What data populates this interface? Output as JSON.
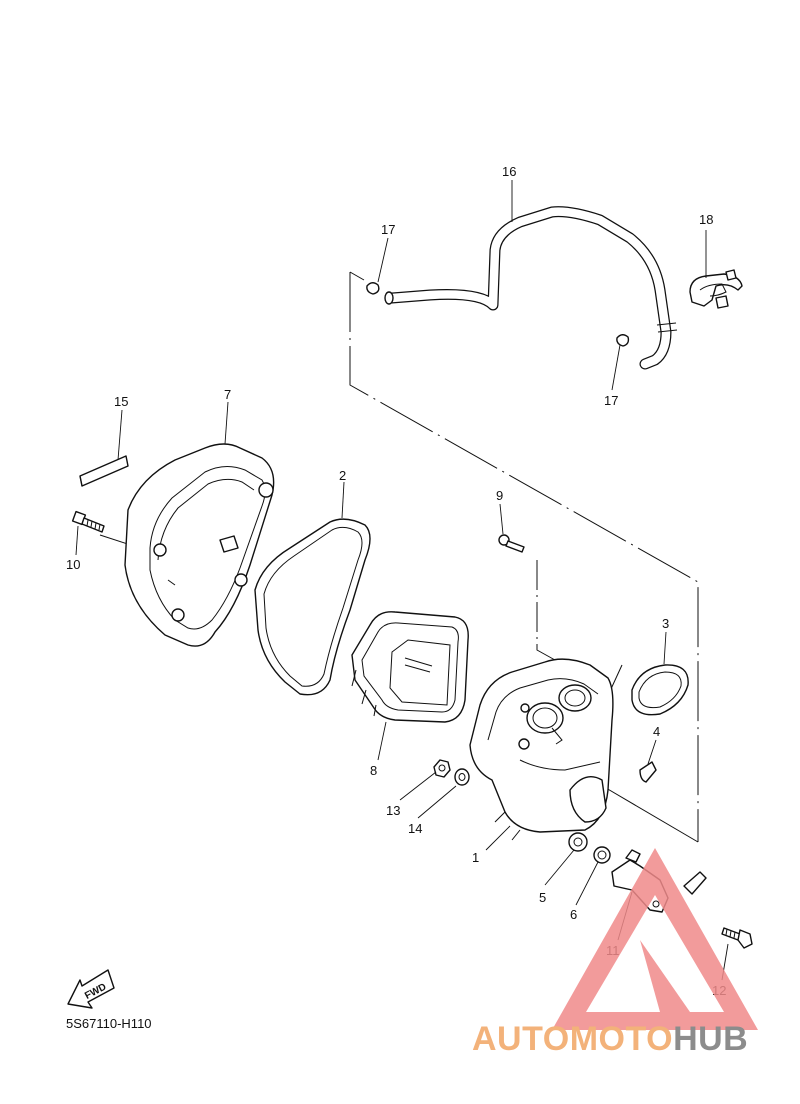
{
  "diagram": {
    "code": "5S67110-H110",
    "fwd_label": "FWD",
    "callouts": {
      "c1": "1",
      "c2": "2",
      "c3": "3",
      "c4": "4",
      "c5": "5",
      "c6": "6",
      "c7": "7",
      "c8": "8",
      "c9": "9",
      "c10": "10",
      "c11": "11",
      "c12": "12",
      "c13": "13",
      "c14": "14",
      "c15": "15",
      "c16": "16",
      "c17a": "17",
      "c17b": "17",
      "c18": "18"
    }
  },
  "watermark": {
    "part1": "AUTOMOTO",
    "part2": "HUB",
    "color_main": "#f3b27a",
    "color_secondary": "#8c8c8c",
    "triangle_color": "#f08a8a"
  }
}
